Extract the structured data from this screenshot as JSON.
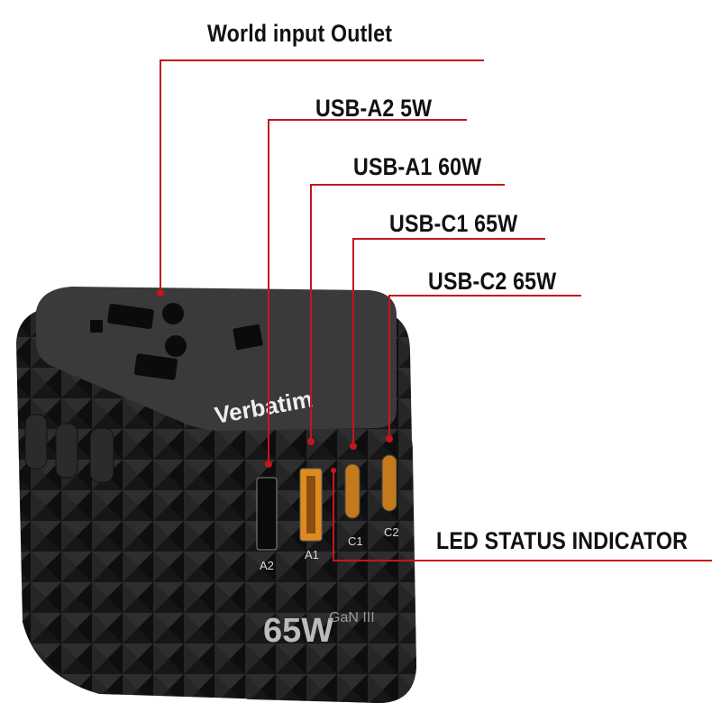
{
  "callouts": {
    "world_outlet": "World input Outlet",
    "usb_a2": "USB-A2 5W",
    "usb_a1": "USB-A1 60W",
    "usb_c1": "USB-C1 65W",
    "usb_c2": "USB-C2 65W",
    "led": "LED STATUS INDICATOR"
  },
  "device": {
    "brand": "Verbatim",
    "power": "65W",
    "tech": "GaN III",
    "ports": [
      "A2",
      "A1",
      "C1",
      "C2"
    ]
  },
  "colors": {
    "line": "#c4161c",
    "body": "#1a1a1a",
    "port_accent": "#e08a1e"
  }
}
